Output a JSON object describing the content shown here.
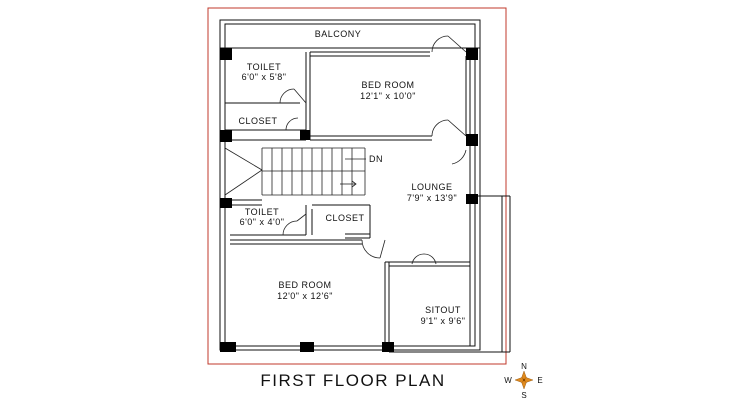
{
  "title": "FIRST FLOOR PLAN",
  "rooms": {
    "balcony": {
      "name": "BALCONY"
    },
    "toilet_top": {
      "name": "TOILET",
      "size": "6'0\" x 5'8\""
    },
    "bedroom_top": {
      "name": "BED ROOM",
      "size": "12'1\" x 10'0\""
    },
    "closet_top": {
      "name": "CLOSET"
    },
    "lounge": {
      "name": "LOUNGE",
      "size": "7'9\" x 13'9\""
    },
    "toilet_bottom": {
      "name": "TOILET",
      "size": "6'0\" x 4'0\""
    },
    "closet_bottom": {
      "name": "CLOSET"
    },
    "bedroom_bottom": {
      "name": "BED ROOM",
      "size": "12'0\" x 12'6\""
    },
    "sitout": {
      "name": "SITOUT",
      "size": "9'1\" x 9'6\""
    }
  },
  "stair_label": "DN",
  "compass": {
    "n": "N",
    "s": "S",
    "e": "E",
    "w": "W"
  },
  "colors": {
    "border": "#c0392b",
    "wall": "#111111",
    "compass": "#e08a1e"
  }
}
